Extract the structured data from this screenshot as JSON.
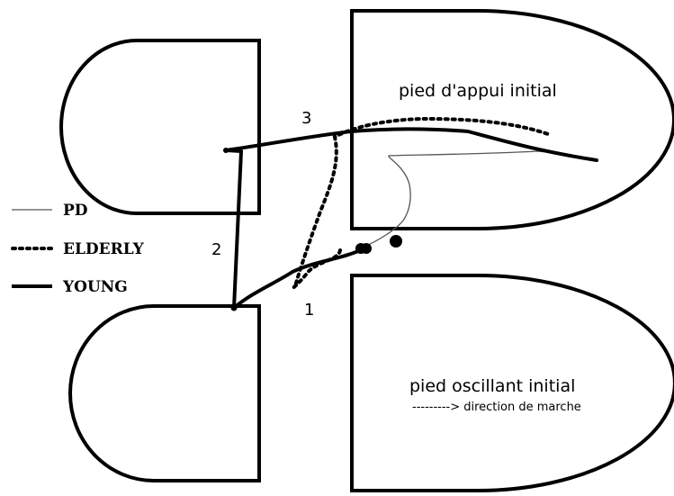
{
  "labels": {
    "stance_foot": "pied d'appui initial",
    "swing_foot": "pied oscillant initial",
    "direction": "---------> direction de marche"
  },
  "markers": {
    "one": "1",
    "two": "2",
    "three": "3"
  },
  "legend": {
    "items": [
      {
        "key": "pd",
        "label": "PD",
        "line_style": "thin-solid"
      },
      {
        "key": "elderly",
        "label": "ELDERLY",
        "line_style": "dotted"
      },
      {
        "key": "young",
        "label": "YOUNG",
        "line_style": "thick-solid"
      }
    ]
  },
  "colors": {
    "ink": "#000000",
    "pd_line": "#555555",
    "background": "#ffffff"
  }
}
